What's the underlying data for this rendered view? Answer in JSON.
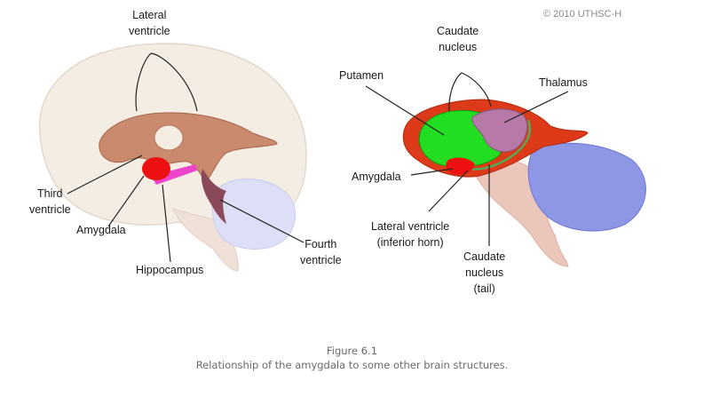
{
  "copyright": "© 2010 UTHSC-H",
  "left_diagram": {
    "labels": {
      "lateral_ventricle": [
        "Lateral",
        "ventricle"
      ],
      "third_ventricle": [
        "Third",
        "ventricle"
      ],
      "amygdala": "Amygdala",
      "hippocampus": "Hippocampus",
      "fourth_ventricle": [
        "Fourth",
        "ventricle"
      ]
    }
  },
  "right_diagram": {
    "labels": {
      "caudate_nucleus": [
        "Caudate",
        "nucleus"
      ],
      "putamen": "Putamen",
      "thalamus": "Thalamus",
      "amygdala": "Amygdala",
      "lateral_ventricle_inferior_horn": [
        "Lateral ventricle",
        "(inferior horn)"
      ],
      "caudate_nucleus_tail": [
        "Caudate",
        "nucleus",
        "(tail)"
      ]
    }
  },
  "colors": {
    "brain": "#f3ede4",
    "ventricle": "#c27a5a",
    "amygdala": "#ee1111",
    "hippocampus": "#ee44cc",
    "cerebellum": "#8e96e6",
    "putamen": "#22dd22",
    "thalamus": "#b77aa8",
    "caudate": "#dd3a1a",
    "brainstem": "#e8c3b8"
  },
  "caption": {
    "figure": "Figure 6.1",
    "text": "Relationship of the amygdala to some other brain structures."
  }
}
